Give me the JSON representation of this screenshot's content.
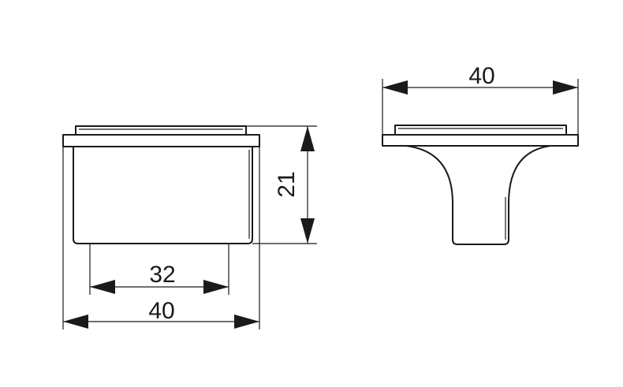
{
  "dimensions": {
    "front_height": "21",
    "front_inner_width": "32",
    "front_overall_width": "40",
    "side_overall_width": "40"
  },
  "colors": {
    "line": "#1a1a1a",
    "background": "#ffffff"
  }
}
